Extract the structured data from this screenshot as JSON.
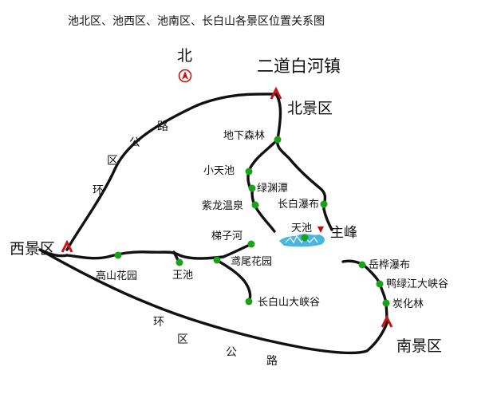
{
  "map": {
    "title": "池北区、池西区、池南区、长白山各景区位置关系图",
    "north_label": "北",
    "town_label": "二道白河镇",
    "regions": {
      "north": "北景区",
      "west": "西景区",
      "south": "南景区"
    },
    "peak_label": "主峰",
    "ring_road_chars": {
      "north": [
        "环",
        "区",
        "公",
        "路"
      ],
      "south": [
        "环",
        "区",
        "公",
        "路"
      ]
    },
    "pois": {
      "dixia_senlin": "地下森林",
      "xiao_tianchi": "小天池",
      "lvyuan_tan": "绿渊潭",
      "zilong_wenquan": "紫龙温泉",
      "changbai_pubu": "长白瀑布",
      "tianchi": "天池",
      "tizi_he": "梯子河",
      "yuanwei_huayuan": "鸢尾花园",
      "changbaishan_daxiagu": "长白山大峡谷",
      "gaoshan_huayuan": "高山花园",
      "wangchi": "王池",
      "yuehua_pubu": "岳桦瀑布",
      "yalujiang_daxiagu": "鸭绿江大峡谷",
      "tanhua_lin": "炭化林"
    },
    "colors": {
      "road": "#111111",
      "poi_dot": "#1aa31a",
      "gate_marker": "#cc1111",
      "lake": "#2aa8d8",
      "peak_marker": "#b01010",
      "compass": "#cc1111"
    }
  }
}
